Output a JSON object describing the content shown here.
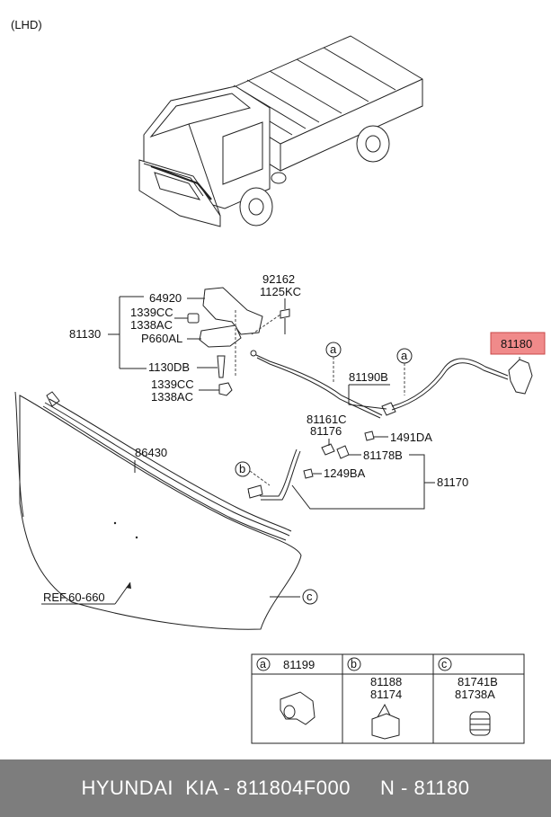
{
  "header": {
    "variant": "(LHD)"
  },
  "labels": {
    "p92162": "92162",
    "p1125KC": "1125KC",
    "p64920": "64920",
    "p81130": "81130",
    "p1339CC_top": "1339CC",
    "p1338AC_top": "1338AC",
    "pP660AL": "P660AL",
    "p1130DB": "1130DB",
    "p1339CC_bot": "1339CC",
    "p1338AC_bot": "1338AC",
    "p81190B": "81190B",
    "p81180": "81180",
    "p81161C": "81161C",
    "p81176": "81176",
    "p1491DA": "1491DA",
    "p81178B": "81178B",
    "p1249BA": "1249BA",
    "p81170": "81170",
    "p86430": "86430",
    "ref": "REF.60-660"
  },
  "callouts": {
    "a": "a",
    "b": "b",
    "c": "c"
  },
  "legend": {
    "cells": [
      {
        "letter": "a",
        "parts": [
          "81199"
        ]
      },
      {
        "letter": "b",
        "parts": [
          "81188",
          "81174"
        ]
      },
      {
        "letter": "c",
        "parts": [
          "81741B",
          "81738A"
        ]
      }
    ]
  },
  "highlight_color": "#f08a8a",
  "footer": {
    "brand": "HYUNDAI  KIA",
    "sep": " - ",
    "part_number": "811804F000",
    "spacer": "     ",
    "n_prefix": "N - ",
    "n_value": "81180"
  }
}
